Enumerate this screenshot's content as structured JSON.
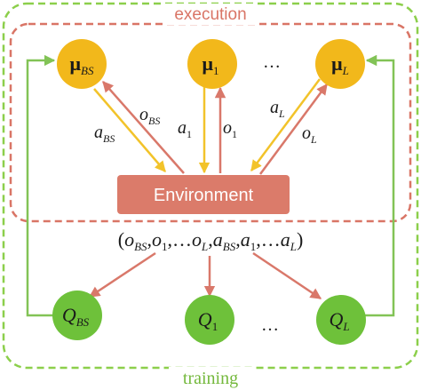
{
  "labels": {
    "execution": "execution",
    "training": "training",
    "environment": "Environment",
    "ellipsis": "…",
    "tuple": {
      "open": "(",
      "o": "o",
      "bs": "BS",
      "one": "1",
      "dots": "…",
      "L": "L",
      "a": "a",
      "comma": ",",
      "close": ")"
    },
    "actors": {
      "mu": "μ",
      "sub_bs": "BS",
      "sub_1": "1",
      "sub_L": "L"
    },
    "critics": {
      "Q": "Q",
      "sub_bs": "BS",
      "sub_1": "1",
      "sub_L": "L"
    },
    "edges": {
      "o": "o",
      "a": "a",
      "sub_bs": "BS",
      "sub_1": "1",
      "sub_L": "L"
    }
  },
  "colors": {
    "training_border": "#8ccf4b",
    "execution_border": "#d97566",
    "execution_text": "#d97566",
    "training_text": "#73b83b",
    "actor_fill": "#f2b81b",
    "critic_fill": "#6ec13a",
    "environment_fill": "#db7b6a",
    "environment_text": "#ffffff",
    "arrow_yellow": "#f2c32a",
    "arrow_pink": "#d9786a",
    "arrow_green": "#82c356",
    "text_dark": "#1a1a1a"
  }
}
